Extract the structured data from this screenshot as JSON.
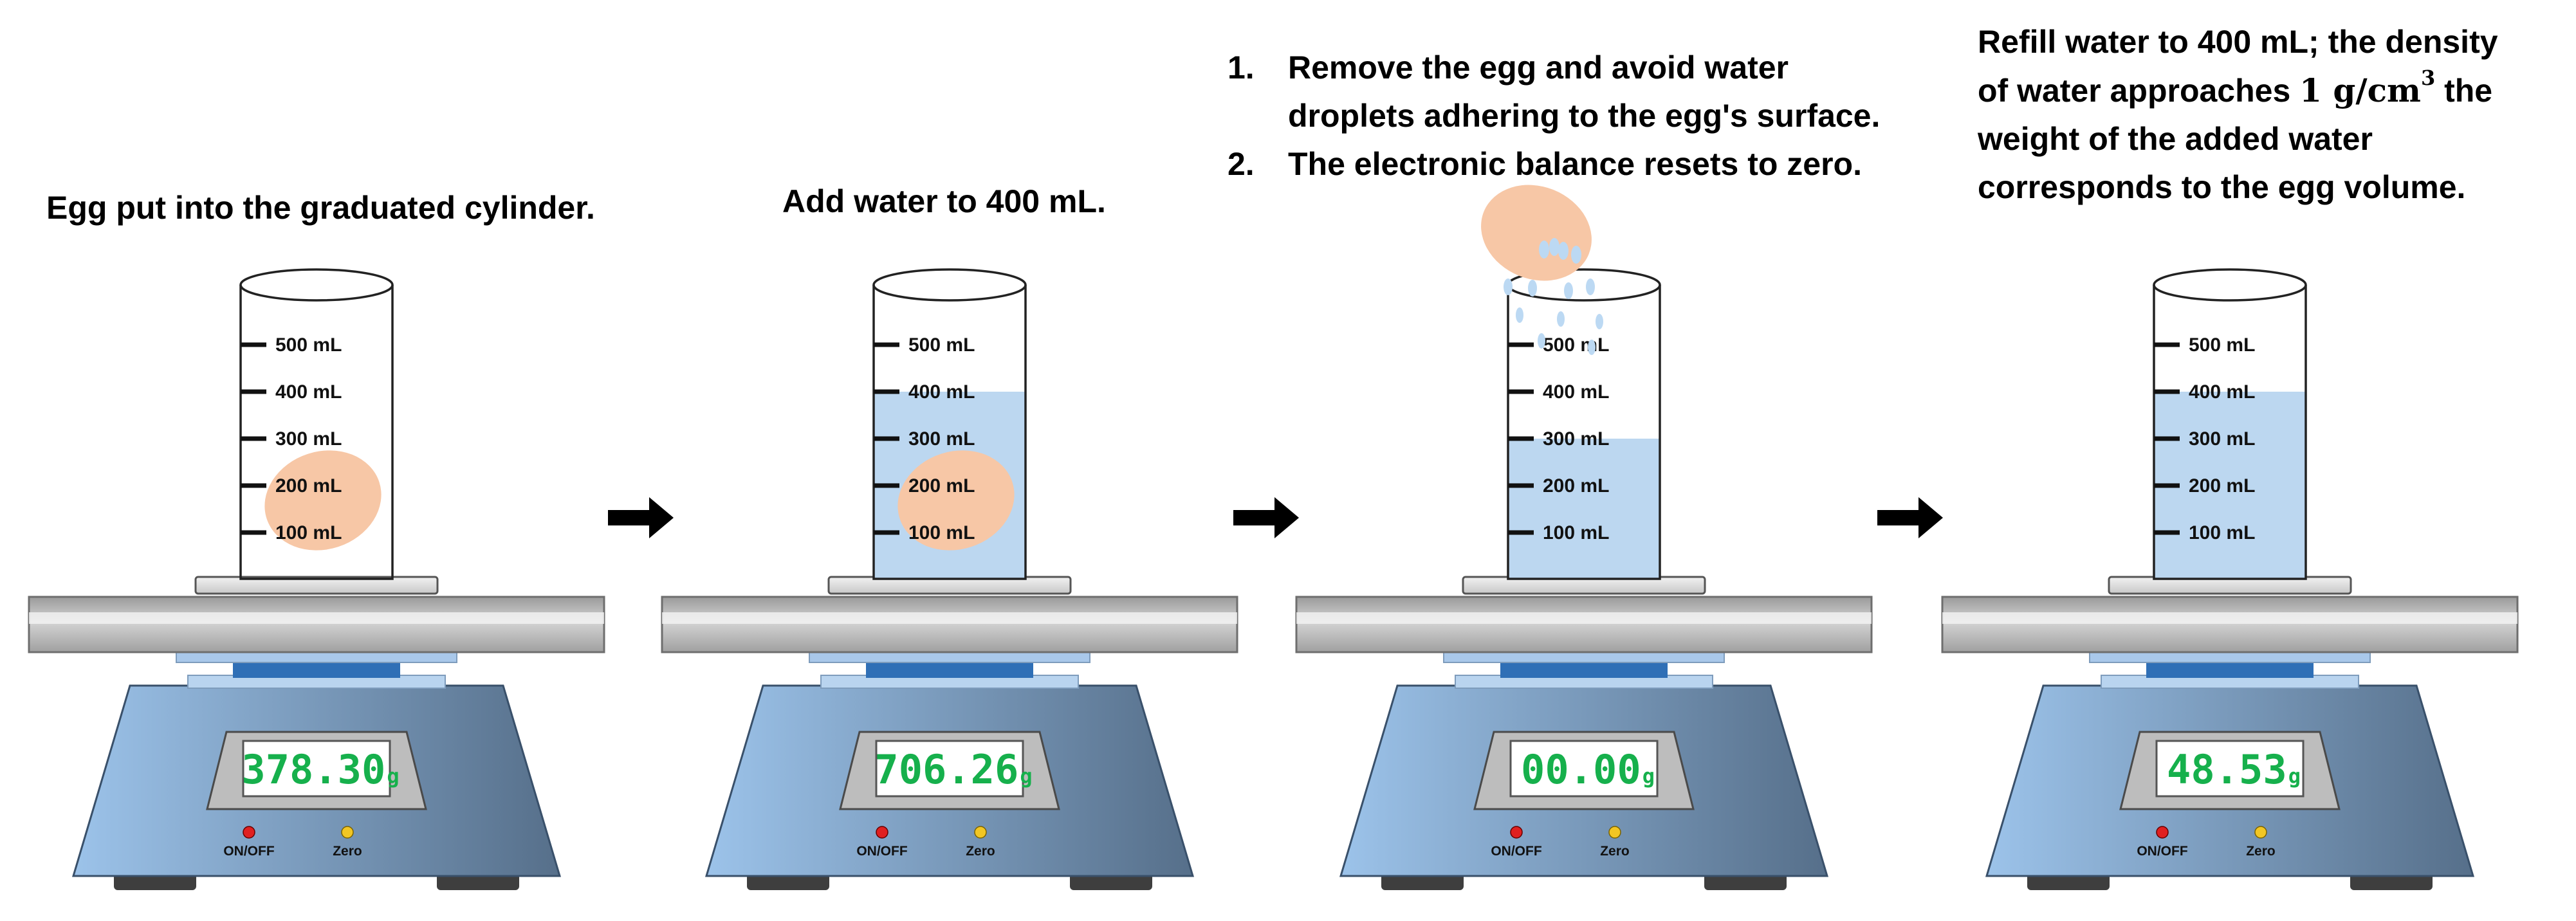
{
  "captions": {
    "step1": "Egg put into the graduated cylinder.",
    "step2": "Add water to 400 mL.",
    "step3_items": [
      {
        "num": "1.",
        "line1": "Remove the egg and avoid water",
        "line2": "droplets adhering to the egg's surface."
      },
      {
        "num": "2.",
        "line1": "The electronic balance resets to zero."
      }
    ],
    "step4": {
      "line1": "Refill water to 400 mL; the density",
      "line2_pre": "of water approaches ",
      "line2_math": "1 g/cm",
      "line2_sup": "3",
      "line2_post": " the",
      "line3": "weight of the added water",
      "line4": "corresponds to the egg volume."
    }
  },
  "graduations": [
    "500 mL",
    "400 mL",
    "300 mL",
    "200 mL",
    "100 mL"
  ],
  "balances": [
    {
      "reading": "378.30",
      "unit": "g",
      "water_ml": 0,
      "egg": "inside"
    },
    {
      "reading": "706.26",
      "unit": "g",
      "water_ml": 400,
      "egg": "inside"
    },
    {
      "reading": "00.00",
      "unit": "g",
      "water_ml": 300,
      "egg": "above"
    },
    {
      "reading": "48.53",
      "unit": "g",
      "water_ml": 400,
      "egg": "none"
    }
  ],
  "button_labels": {
    "power": "ON/OFF",
    "zero": "Zero"
  },
  "icons": {
    "arrow": "arrow-right-icon",
    "egg": "egg-icon",
    "droplets": "water-droplets-icon"
  },
  "colors": {
    "water": "#bcd7f0",
    "egg": "#f7c7a6",
    "display_text": "#16b04c",
    "base_light": "#9cc3ea",
    "base_dark": "#566f8a",
    "platform": "#b5b5b5",
    "power_button": "#e02020",
    "zero_button": "#f2c623"
  }
}
